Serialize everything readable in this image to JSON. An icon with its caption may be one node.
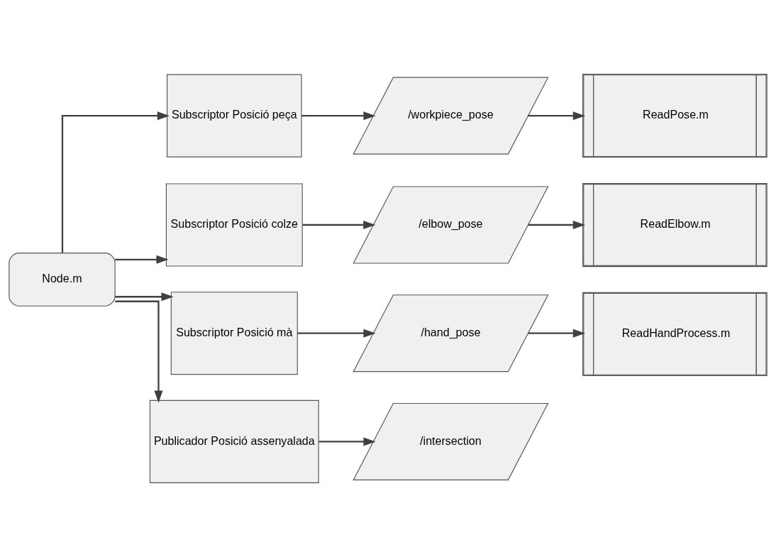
{
  "diagram": {
    "nodes": [
      {
        "text": [
          "Node.m"
        ]
      },
      {
        "text": [
          "Subscriptor Posició peça"
        ]
      },
      {
        "text": [
          "/workpiece_pose"
        ]
      },
      {
        "text": [
          "ReadPose.m"
        ]
      },
      {
        "text": [
          "Subscriptor Posició colze"
        ]
      },
      {
        "text": [
          "/elbow_pose"
        ]
      },
      {
        "text": [
          "ReadElbow.m"
        ]
      },
      {
        "text": [
          "Subscriptor Posició mà"
        ]
      },
      {
        "text": [
          "/hand_pose"
        ]
      },
      {
        "text": [
          "ReadHandProcess.m"
        ]
      },
      {
        "text": [
          "Publicador Posició assenyalada"
        ]
      },
      {
        "text": [
          "/intersection"
        ]
      }
    ],
    "edges": [
      {
        "from": 0,
        "to": 1,
        "arrow": "to"
      },
      {
        "from": 0,
        "to": 4,
        "arrow": "to"
      },
      {
        "from": 0,
        "to": 7,
        "arrow": "to"
      },
      {
        "from": 0,
        "to": 10,
        "arrow": "to"
      },
      {
        "from": 1,
        "to": 2,
        "arrow": "to"
      },
      {
        "from": 2,
        "to": 3,
        "arrow": "to"
      },
      {
        "from": 4,
        "to": 5,
        "arrow": "to"
      },
      {
        "from": 5,
        "to": 6,
        "arrow": "to"
      },
      {
        "from": 7,
        "to": 8,
        "arrow": "to"
      },
      {
        "from": 8,
        "to": 9,
        "arrow": "to"
      },
      {
        "from": 10,
        "to": 11,
        "arrow": "to"
      }
    ]
  }
}
